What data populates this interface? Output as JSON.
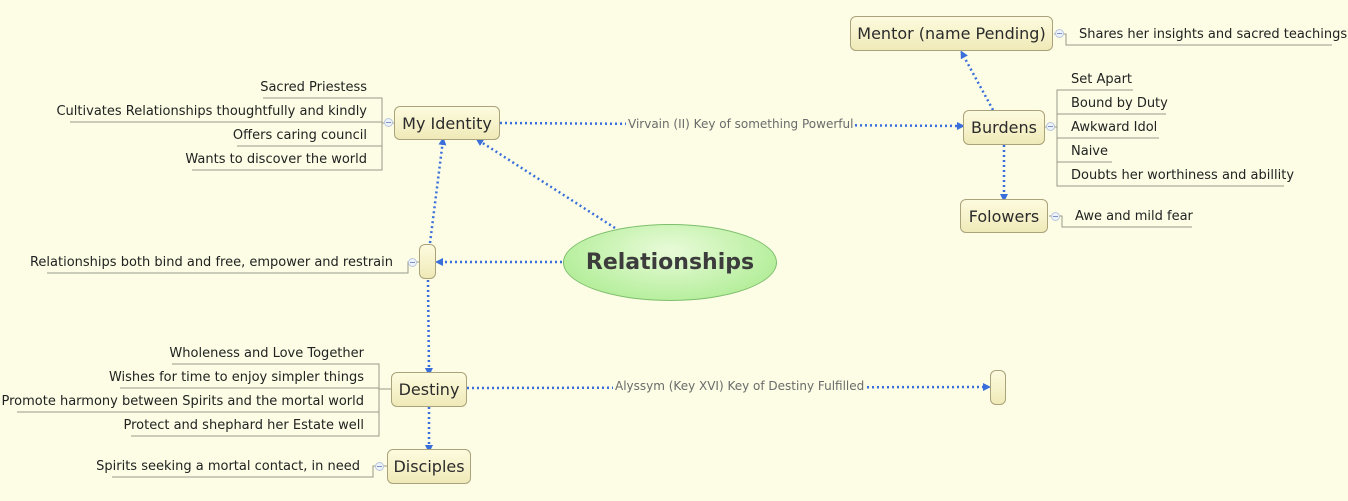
{
  "central": {
    "label": "Relationships"
  },
  "identity": {
    "label": "My Identity",
    "traits": [
      "Sacred Priestess",
      "Cultivates Relationships thoughtfully and kindly",
      "Offers caring council",
      "Wants to discover the world"
    ]
  },
  "relationship_note": "Relationships both bind and free, empower and restrain",
  "burdens": {
    "label": "Burdens",
    "items": [
      "Set Apart",
      "Bound by Duty",
      "Awkward Idol",
      "Naive",
      "Doubts her worthiness and abillity"
    ]
  },
  "mentor": {
    "label": "Mentor (name Pending)",
    "note": "Shares her insights and sacred teachings"
  },
  "followers": {
    "label": "Folowers",
    "note": "Awe and mild fear"
  },
  "destiny": {
    "label": "Destiny",
    "items": [
      "Wholeness and Love Together",
      "Wishes for time to enjoy simpler things",
      "Promote harmony between Spirits and the mortal world",
      "Protect and shephard her Estate well"
    ]
  },
  "disciples": {
    "label": "Disciples",
    "note": "Spirits seeking a mortal contact, in need"
  },
  "links": {
    "identity_burdens": "Virvain (II) Key of something Powerful",
    "destiny_target": "Alyssym (Key XVI) Key of Destiny Fulfilled"
  },
  "colors": {
    "connector": "#3a6fdb",
    "leaf_line": "#999999",
    "background": "#fcfde4"
  }
}
